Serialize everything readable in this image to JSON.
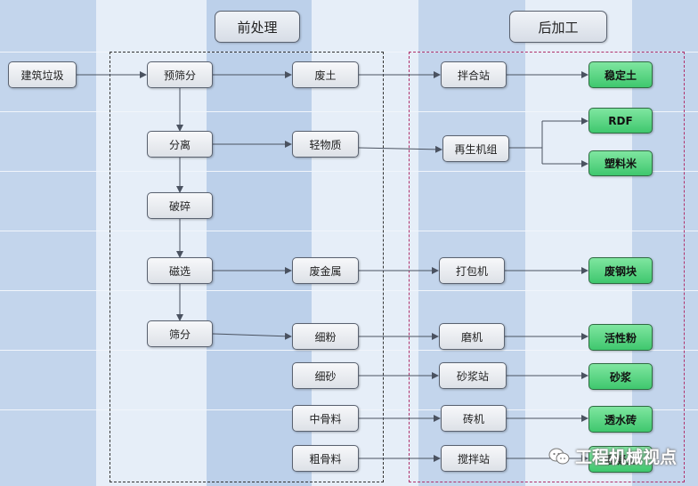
{
  "headers": {
    "pre": "前处理",
    "post": "后加工"
  },
  "nodes": {
    "input": "建筑垃圾",
    "pre_screen": "预筛分",
    "separate": "分离",
    "crush": "破碎",
    "magnetic": "磁选",
    "screen": "筛分",
    "waste_soil": "废土",
    "light": "轻物质",
    "scrap_metal": "废金属",
    "fine_powder": "细粉",
    "fine_sand": "细砂",
    "medium_agg": "中骨料",
    "coarse_agg": "粗骨料",
    "mixing_station": "拌合站",
    "regen_unit": "再生机组",
    "baler": "打包机",
    "mill": "磨机",
    "mortar_station": "砂浆站",
    "brick_machine": "砖机",
    "stir_station": "搅拌站",
    "stable_soil": "稳定土",
    "rdf": "RDF",
    "plastic": "塑料米",
    "scrap_steel": "废钢块",
    "active_powder": "活性粉",
    "mortar": "砂浆",
    "perm_brick": "透水砖",
    "concrete": "混凝土"
  },
  "watermark": "工程机械视点"
}
